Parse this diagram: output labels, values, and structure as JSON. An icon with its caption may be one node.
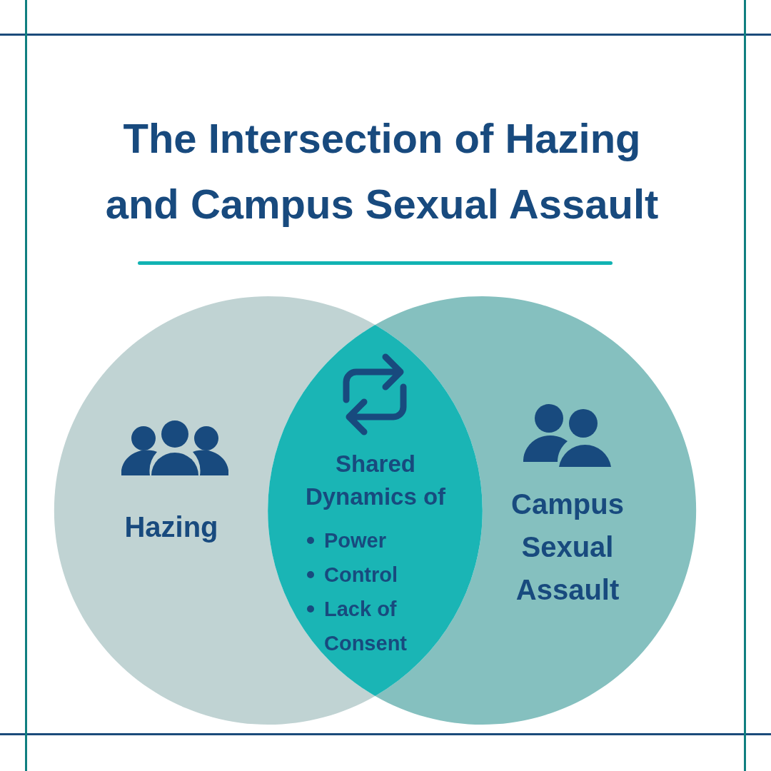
{
  "diagram": {
    "title": "The Intersection of Hazing and Campus Sexual Assault",
    "nodes": [
      {
        "text": [
          "Hazing"
        ]
      },
      {
        "text": [
          "Campus Sexual Assault"
        ]
      },
      {
        "text": [
          "Shared Dynamics of",
          "Power",
          "Control",
          "Lack of Consent"
        ]
      }
    ]
  }
}
